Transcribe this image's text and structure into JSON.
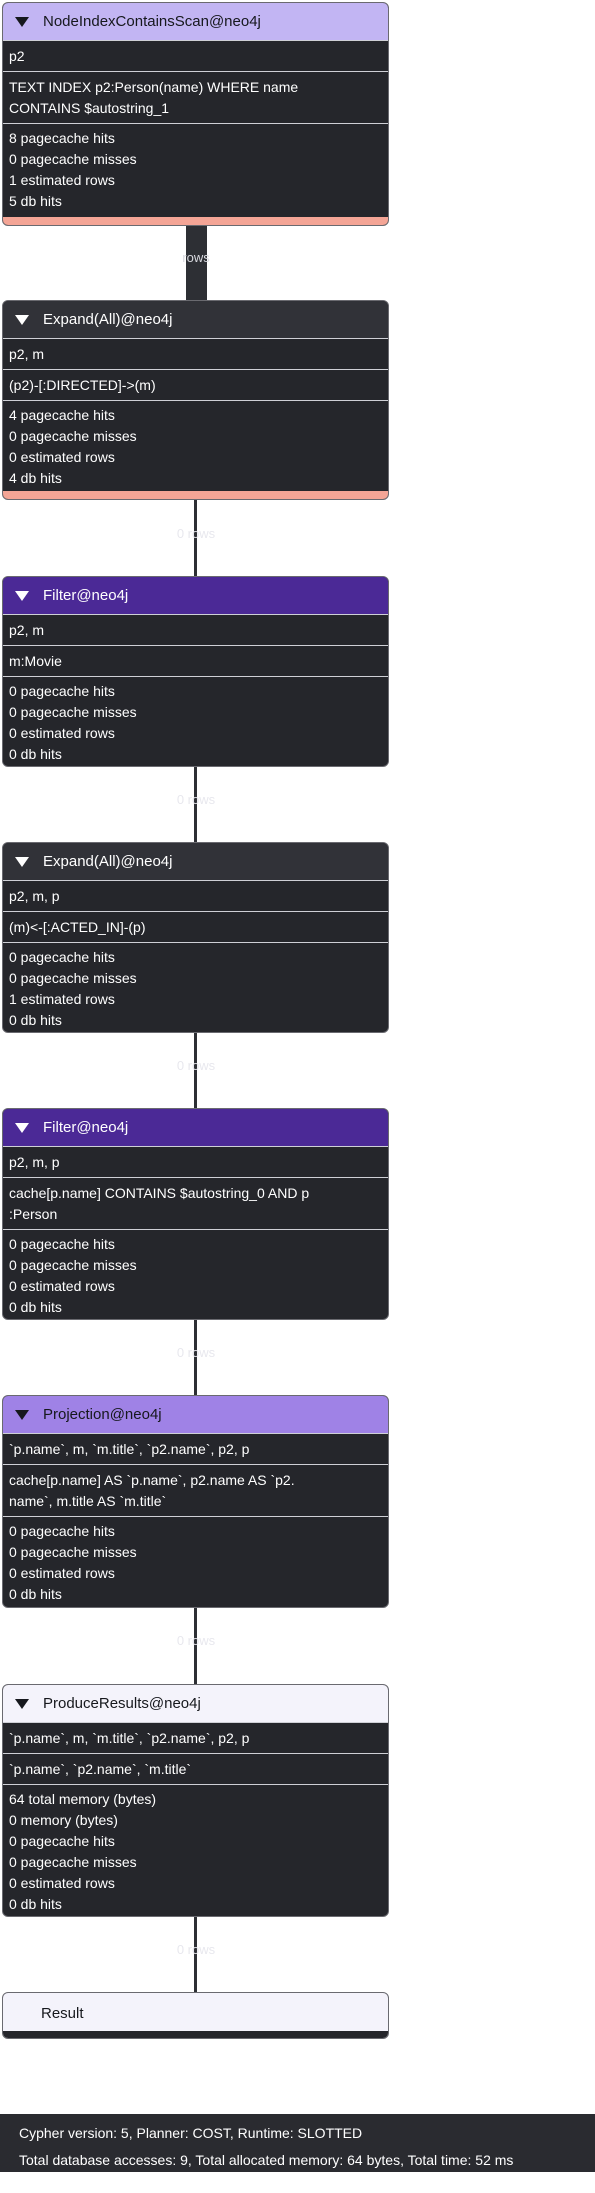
{
  "operators": [
    {
      "title": "NodeIndexContainsScan@neo4j",
      "details": [
        "p2",
        "TEXT INDEX p2:Person(name) WHERE name\nCONTAINS $autostring_1"
      ],
      "stats": [
        "8 pagecache hits",
        "0 pagecache misses",
        "1 estimated rows",
        "5 db hits"
      ],
      "connector_label": "rows"
    },
    {
      "title": "Expand(All)@neo4j",
      "details": [
        "p2, m",
        "(p2)-[:DIRECTED]->(m)"
      ],
      "stats": [
        "4 pagecache hits",
        "0 pagecache misses",
        "0 estimated rows",
        "4 db hits"
      ],
      "connector_label": "0 rows"
    },
    {
      "title": "Filter@neo4j",
      "details": [
        "p2, m",
        "m:Movie"
      ],
      "stats": [
        "0 pagecache hits",
        "0 pagecache misses",
        "0 estimated rows",
        "0 db hits"
      ],
      "connector_label": "0 rows"
    },
    {
      "title": "Expand(All)@neo4j",
      "details": [
        "p2, m, p",
        "(m)<-[:ACTED_IN]-(p)"
      ],
      "stats": [
        "0 pagecache hits",
        "0 pagecache misses",
        "1 estimated rows",
        "0 db hits"
      ],
      "connector_label": "0 rows"
    },
    {
      "title": "Filter@neo4j",
      "details": [
        "p2, m, p",
        "cache[p.name] CONTAINS $autostring_0 AND p\n:Person"
      ],
      "stats": [
        "0 pagecache hits",
        "0 pagecache misses",
        "0 estimated rows",
        "0 db hits"
      ],
      "connector_label": "0 rows"
    },
    {
      "title": "Projection@neo4j",
      "details": [
        "`p.name`, m, `m.title`, `p2.name`, p2, p",
        "cache[p.name] AS `p.name`, p2.name AS `p2.\nname`, m.title AS `m.title`"
      ],
      "stats": [
        "0 pagecache hits",
        "0 pagecache misses",
        "0 estimated rows",
        "0 db hits"
      ],
      "connector_label": "0 rows"
    },
    {
      "title": "ProduceResults@neo4j",
      "details": [
        "`p.name`, m, `m.title`, `p2.name`, p2, p",
        "`p.name`, `p2.name`, `m.title`"
      ],
      "stats": [
        "64 total memory (bytes)",
        "0 memory (bytes)",
        "0 pagecache hits",
        "0 pagecache misses",
        "0 estimated rows",
        "0 db hits"
      ],
      "connector_label": "0 rows"
    }
  ],
  "result": {
    "label": "Result"
  },
  "footer": {
    "line1": "Cypher version: 5, Planner: COST, Runtime: SLOTTED",
    "line2": "Total database accesses: 9, Total allocated memory: 64 bytes, Total time: 52 ms"
  },
  "icons": {
    "collapse": "triangle-down-icon"
  },
  "colors": {
    "header_light": "#c2b5f3",
    "header_dark": "#313238",
    "header_purple": "#4b2996",
    "header_lavender": "#9f82e6",
    "header_white": "#f4f3fb",
    "body": "#25262b",
    "warning_bar": "#f4a596"
  }
}
